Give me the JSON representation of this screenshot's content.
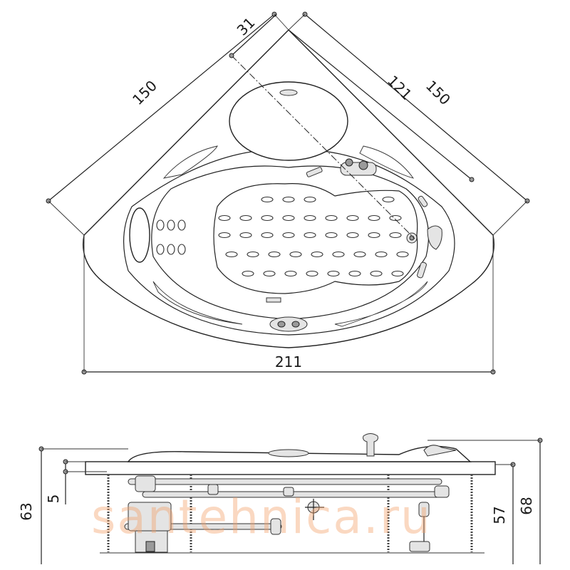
{
  "dimensions": {
    "top_left_diagonal": "150",
    "top_right_diagonal": "150",
    "corner_offset": "31",
    "seat_axis": "121",
    "overall_width": "211",
    "total_height": "63",
    "panel_height": "57",
    "rim_height": "68",
    "step": "5"
  },
  "watermark": "santehnica.ru",
  "colors": {
    "line": "#222222",
    "watermark": "#f2a36b",
    "fill_gray": "#e4e4e4"
  }
}
